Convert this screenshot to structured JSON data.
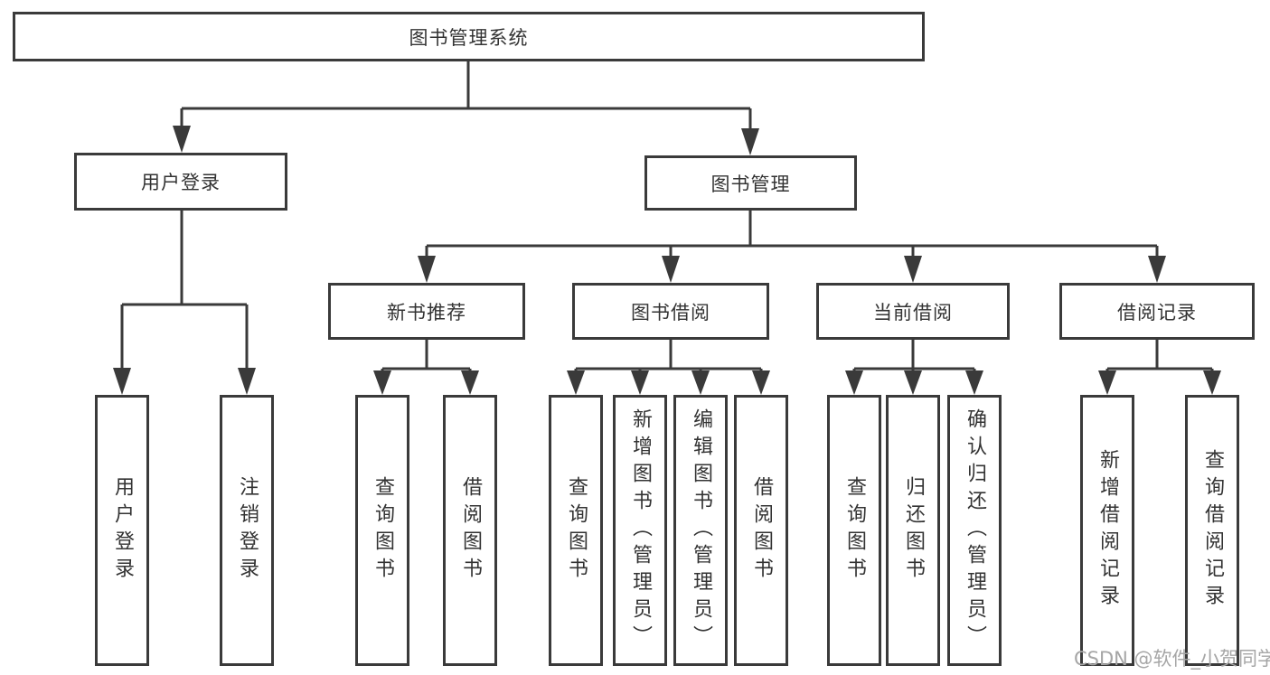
{
  "colors": {
    "line": "#3a3a3a",
    "text": "#333333",
    "watermark_text": "#a6a6a6",
    "background": "#ffffff"
  },
  "diagram": {
    "root": "图书管理系统",
    "branches": [
      {
        "label": "用户登录",
        "leaves": [
          "用户登录",
          "注销登录"
        ]
      },
      {
        "label": "图书管理",
        "groups": [
          {
            "label": "新书推荐",
            "leaves": [
              "查询图书",
              "借阅图书"
            ]
          },
          {
            "label": "图书借阅",
            "leaves": [
              "查询图书",
              "新增图书（管理员）",
              "编辑图书（管理员）",
              "借阅图书"
            ]
          },
          {
            "label": "当前借阅",
            "leaves": [
              "查询图书",
              "归还图书",
              "确认归还（管理员）"
            ]
          },
          {
            "label": "借阅记录",
            "leaves": [
              "新增借阅记录",
              "查询借阅记录"
            ]
          }
        ]
      }
    ]
  },
  "watermark": "CSDN @软件_小贺同学"
}
